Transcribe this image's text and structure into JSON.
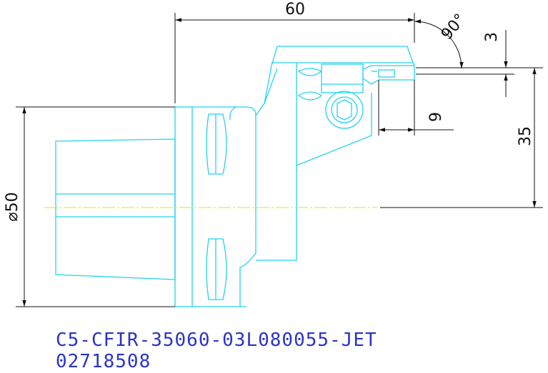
{
  "drawing": {
    "dimensions": {
      "length": "60",
      "angle": "90°",
      "offset": "3",
      "width": "9",
      "height": "35",
      "diameter": "⌀50"
    },
    "part_code": "C5-CFIR-35060-03L080055-JET",
    "part_number": "02718508"
  }
}
